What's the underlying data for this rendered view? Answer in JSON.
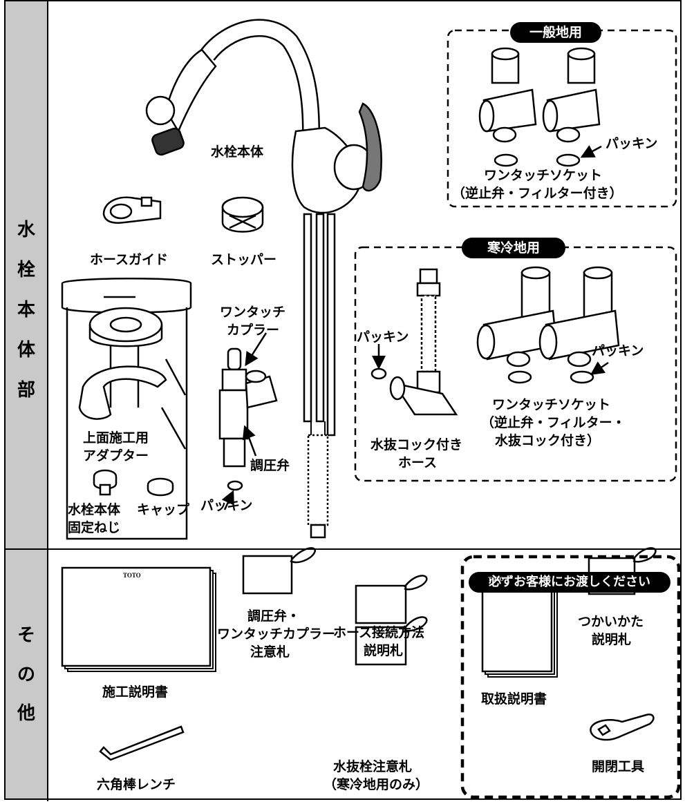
{
  "sections": {
    "main_label_chars": [
      "水",
      "栓",
      "本",
      "体",
      "部"
    ],
    "other_label_chars": [
      "そ",
      "の",
      "他"
    ]
  },
  "faucet": {
    "body_label": "水栓本体",
    "hose_guide_label": "ホースガイド",
    "stopper_label": "ストッパー",
    "coupler_label_line1": "ワンタッチ",
    "coupler_label_line2": "カプラー",
    "regulator_label": "調圧弁",
    "packing_label_1": "パッキン",
    "adapter_label_line1": "上面施工用",
    "adapter_label_line2": "アダプター",
    "fix_screw_label_line1": "水栓本体",
    "fix_screw_label_line2": "固定ねじ",
    "cap_label": "キャップ"
  },
  "general_area": {
    "badge": "一般地用",
    "packing_label": "パッキン",
    "socket_label_line1": "ワンタッチソケット",
    "socket_label_line2": "（逆止弁・フィルター付き）"
  },
  "cold_area": {
    "badge": "寒冷地用",
    "packing_left_label": "パッキン",
    "packing_right_label": "パッキン",
    "drain_hose_label_line1": "水抜コック付き",
    "drain_hose_label_line2": "ホース",
    "socket_label_line1": "ワンタッチソケット",
    "socket_label_line2": "（逆止弁・フィルター・",
    "socket_label_line3": "水抜コック付き）"
  },
  "others": {
    "brand": "TOTO",
    "install_manual_label": "施工説明書",
    "regulator_tag_line1": "調圧弁・",
    "regulator_tag_line2": "ワンタッチカプラー",
    "regulator_tag_line3": "注意札",
    "hose_tag_line1": "ホース接続方法",
    "hose_tag_line2": "説明札",
    "drain_tag_line1": "水抜栓注意札",
    "drain_tag_line2": "（寒冷地用のみ）",
    "hex_wrench_label": "六角棒レンチ",
    "customer_badge": "必ずお客様にお渡しください",
    "user_manual_label": "取扱説明書",
    "usage_tag_line1": "つかいかた",
    "usage_tag_line2": "説明札",
    "tool_label": "開閉工具"
  }
}
